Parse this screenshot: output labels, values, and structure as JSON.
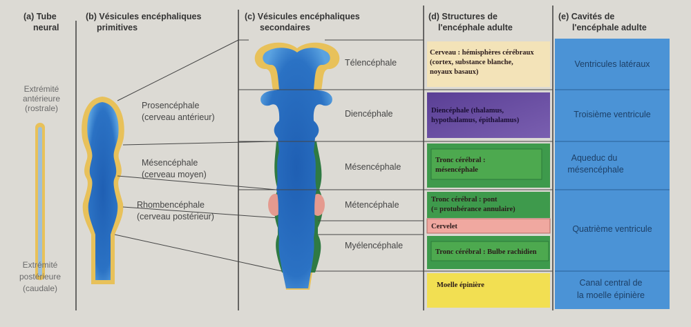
{
  "headers": {
    "a_line1": "(a) Tube",
    "a_line2": "neural",
    "b_line1": "(b) Vésicules encéphaliques",
    "b_line2": "primitives",
    "c_line1": "(c) Vésicules encéphaliques",
    "c_line2": "secondaires",
    "d_line1": "(d) Structures de",
    "d_line2": "l'encéphale adulte",
    "e_line1": "(e) Cavités de",
    "e_line2": "l'encéphale adulte"
  },
  "tube": {
    "anterior": [
      "Extrémité",
      "antérieure",
      "(rostrale)"
    ],
    "posterior": [
      "Extrémité",
      "postérieure",
      "(caudale)"
    ]
  },
  "primary": [
    {
      "name": "Prosencéphale",
      "sub": "(cerveau antérieur)"
    },
    {
      "name": "Mésencéphale",
      "sub": "(cerveau moyen)"
    },
    {
      "name": "Rhombencéphale",
      "sub": "(cerveau postérieur)"
    }
  ],
  "secondary": [
    "Télencéphale",
    "Diencéphale",
    "Mésencéphale",
    "Métencéphale",
    "Myélencéphale"
  ],
  "structures": [
    {
      "lines": [
        "Cerveau : hémisphères cérébraux",
        "(cortex, substance blanche,",
        "noyaux basaux)"
      ],
      "color": "#f3e3b8"
    },
    {
      "lines": [
        "Diencéphale (thalamus,",
        "hypothalamus, épithalamus)"
      ],
      "color": "#6a4fa0"
    },
    {
      "lines": [
        "Tronc cérébral :",
        "mésencéphale"
      ],
      "color": "#3e9a4c"
    },
    {
      "lines": [
        "Tronc cérébral : pont",
        "(= protubérance annulaire)"
      ],
      "color": "#3e9a4c"
    },
    {
      "lines": [
        "Cervelet"
      ],
      "color": "#f0a8a0"
    },
    {
      "lines": [
        "Tronc cérébral : Bulbe rachidien"
      ],
      "color": "#3e9a4c"
    },
    {
      "lines": [
        "Moelle épinière"
      ],
      "color": "#f2df52"
    }
  ],
  "cavities": [
    {
      "lines": [
        "Ventricules latéraux"
      ]
    },
    {
      "lines": [
        "Troisième ventricule"
      ]
    },
    {
      "lines": [
        "Aqueduc du",
        "mésencéphale"
      ]
    },
    {
      "lines": [
        "Quatrième ventricule"
      ]
    },
    {
      "lines": [
        "Canal central de",
        "la moelle épinière"
      ]
    }
  ],
  "colors": {
    "background": "#dcdad4",
    "cavity_blue": "#4b93d6",
    "ventricle_blue": "#1f5fb3",
    "tissue_yellow": "#e8c15a",
    "tissue_green": "#2f7a43",
    "pink": "#e59a8f",
    "divider": "#333333"
  }
}
